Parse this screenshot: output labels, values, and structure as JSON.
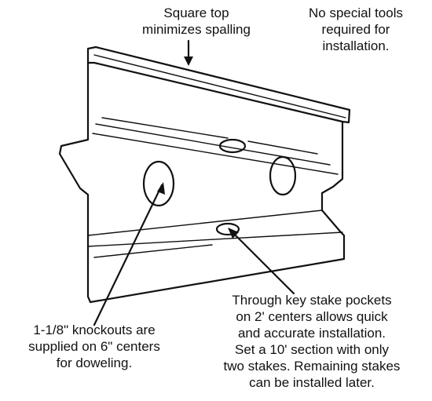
{
  "labels": {
    "square_top": [
      "Square top",
      "minimizes spalling"
    ],
    "no_tools": [
      "No special tools",
      "required for",
      "installation."
    ],
    "knockouts": [
      "1-1/8\" knockouts are",
      "supplied on 6\" centers",
      "for doweling."
    ],
    "stake_pockets": [
      "Through key stake pockets",
      "on 2' centers allows quick",
      "and accurate installation.",
      "Set a 10' section with only",
      "two stakes. Remaining stakes",
      "can be installed later."
    ]
  }
}
